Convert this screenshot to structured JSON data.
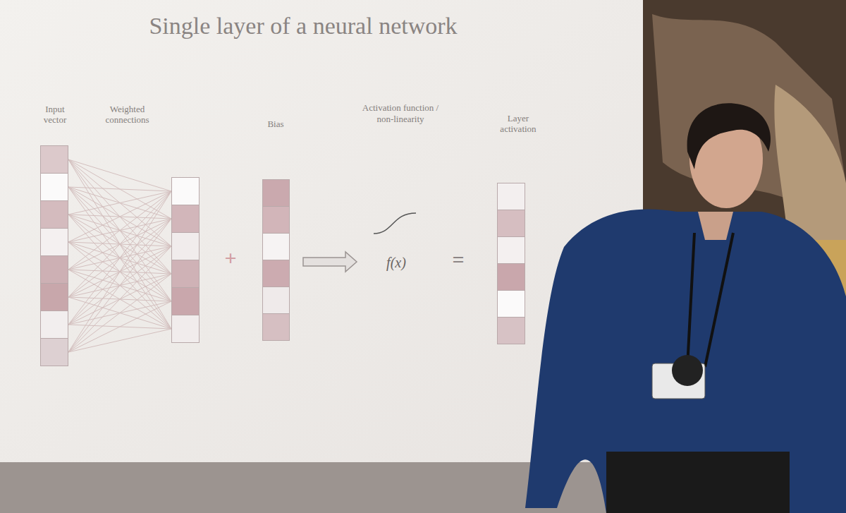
{
  "diagram": {
    "title": "Single layer of a neural network",
    "nodes": [
      {
        "text": [
          "Input vector"
        ]
      },
      {
        "text": [
          "Weighted connections"
        ]
      },
      {
        "text": [
          "Bias"
        ]
      },
      {
        "text": [
          "Layer activation"
        ]
      }
    ],
    "edges": [
      {
        "from": 0,
        "to": 1,
        "arrow": "none"
      }
    ],
    "labels": [
      "+",
      "Activation function / non-linearity",
      "f(x)",
      "="
    ]
  }
}
